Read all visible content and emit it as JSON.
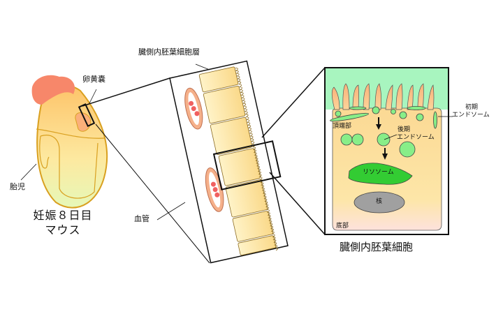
{
  "labels": {
    "layer": "臓側内胚葉細胞層",
    "yolk_sac": "卵黄嚢",
    "embryo": "胎児",
    "mouse_line1": "妊娠８日目",
    "mouse_line2": "マウス",
    "blood_vessel": "血管",
    "early_endosome_1": "初期",
    "early_endosome_2": "エンドソーム",
    "apical": "頂端部",
    "late_endosome_1": "後期",
    "late_endosome_2": "エンドソーム",
    "lysosome": "リソソーム",
    "nucleus": "核",
    "basal": "底部",
    "cell_title": "臓側内胚葉細胞"
  },
  "colors": {
    "green_lumen": "#a8f5bf",
    "cell": "#fde3a0",
    "lysosome": "#33cc33",
    "endosome": "#88ee88",
    "nucleus": "#a0a0a0",
    "placenta": "#f7876a",
    "vessel": "#f5b08a",
    "blood": "#f06060"
  }
}
